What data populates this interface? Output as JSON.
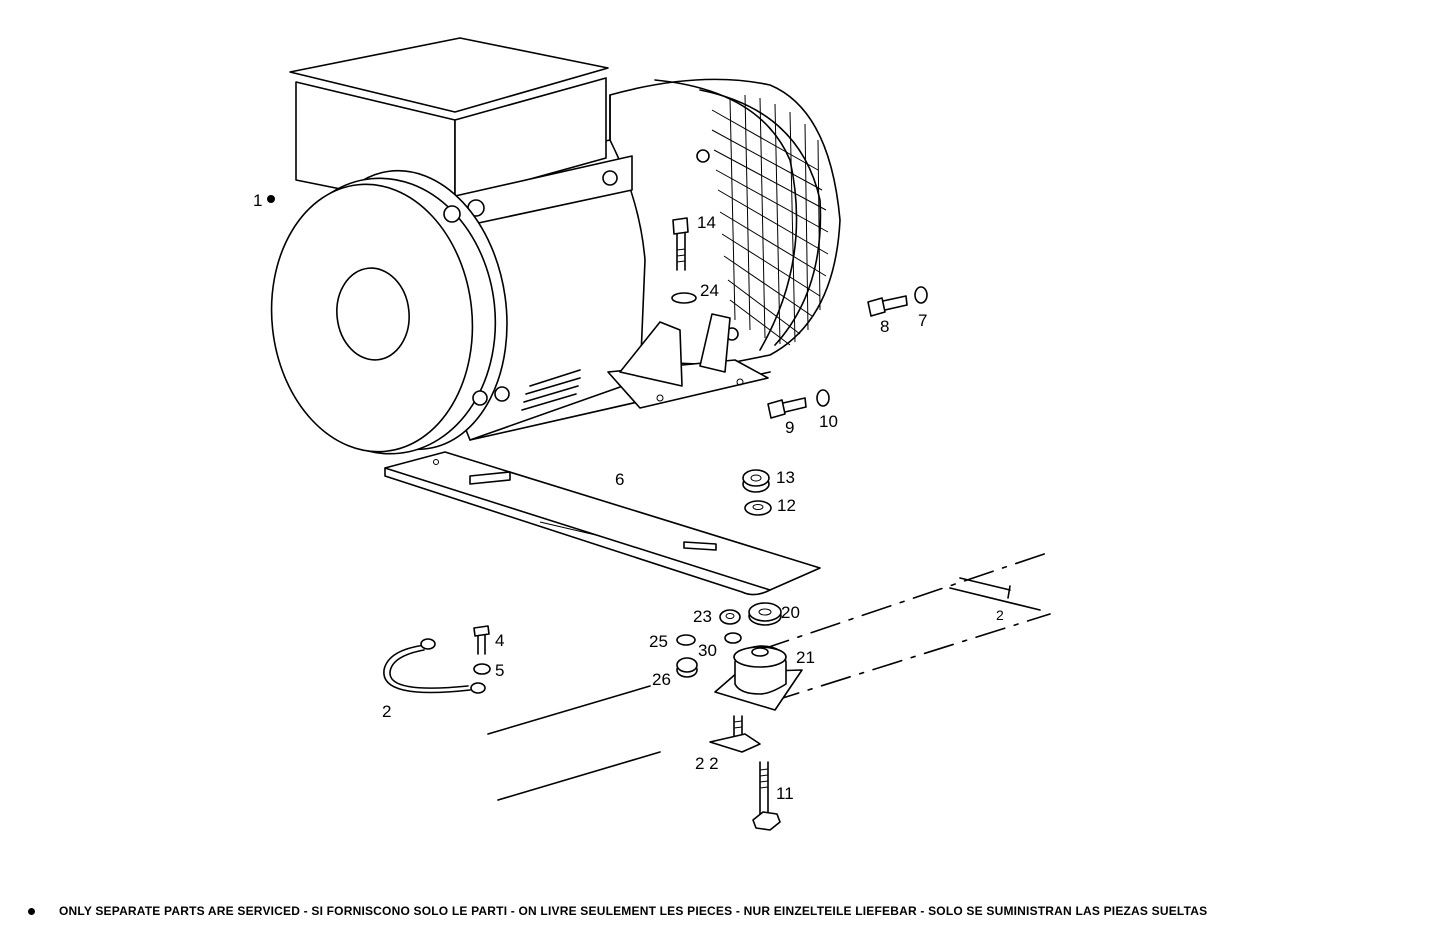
{
  "diagram": {
    "labels": {
      "p1": "1",
      "p2": "2",
      "p4": "4",
      "p5": "5",
      "p6": "6",
      "p7": "7",
      "p8": "8",
      "p9": "9",
      "p10": "10",
      "p11": "11",
      "p12": "12",
      "p13": "13",
      "p14": "14",
      "p20": "20",
      "p21": "21",
      "p22": "2 2",
      "p23": "23",
      "p24": "24",
      "p25": "25",
      "p26": "26",
      "p30": "30",
      "frame_mark": "2"
    }
  },
  "footer": {
    "note": "ONLY SEPARATE PARTS ARE SERVICED - SI FORNISCONO SOLO LE PARTI - ON LIVRE SEULEMENT LES PIECES - NUR EINZELTEILE LIEFEBAR - SOLO SE SUMINISTRAN LAS PIEZAS SUELTAS"
  }
}
